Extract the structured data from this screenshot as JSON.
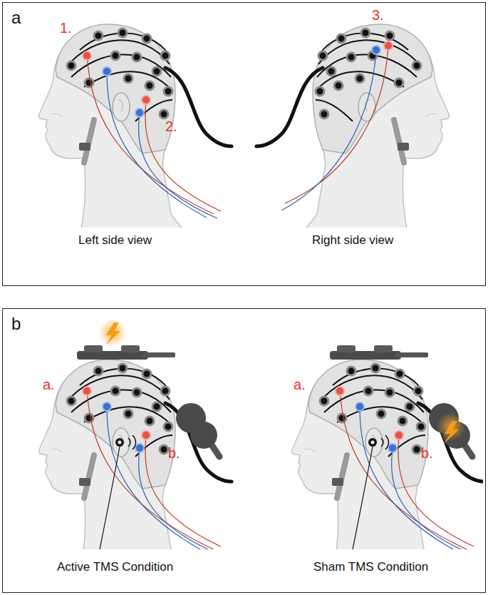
{
  "diagram": {
    "nodes": [
      {
        "text": [
          "a"
        ]
      },
      {
        "text": [
          "b"
        ]
      }
    ],
    "labels": [
      "1.",
      "2.",
      "Left side view",
      "3.",
      "Right side view",
      "a.",
      "b.",
      "Active TMS Condition",
      "a.",
      "b.",
      "Sham TMS Condition"
    ]
  }
}
